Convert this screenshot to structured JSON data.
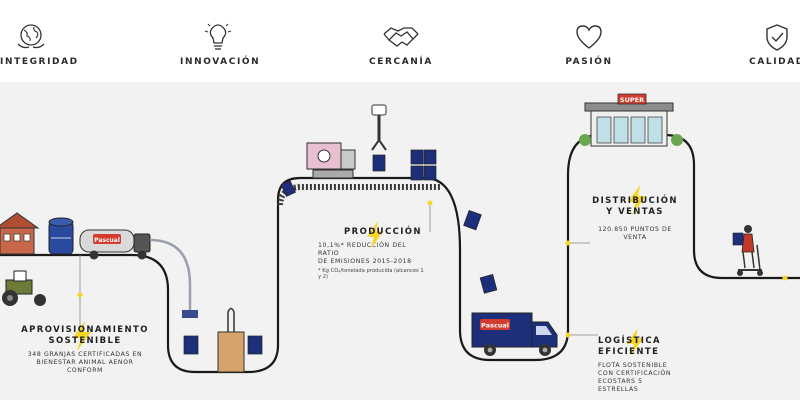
{
  "values": [
    {
      "label": "INTEGRIDAD",
      "icon": "globe-hands-icon"
    },
    {
      "label": "INNOVACIÓN",
      "icon": "lightbulb-icon"
    },
    {
      "label": "CERCANÍA",
      "icon": "handshake-icon"
    },
    {
      "label": "PASIÓN",
      "icon": "heart-icon"
    },
    {
      "label": "CALIDAD",
      "icon": "shield-check-icon"
    }
  ],
  "stages": {
    "aprovisionamiento": {
      "title_1": "APROVISIONAMIENTO",
      "title_2": "SOSTENIBLE",
      "desc_1": "348 GRANJAS CERTIFICADAS EN",
      "desc_2": "BIENESTAR ANIMAL AENOR CONFORM"
    },
    "produccion": {
      "title": "PRODUCCIÓN",
      "desc_1": "10,1%* REDUCCIÓN DEL RATIO",
      "desc_2": "DE EMISIONES 2015-2018",
      "note": "* Kg CO₂/tonelada producida (alcances 1 y 2)"
    },
    "distribucion": {
      "title_1": "DISTRIBUCIÓN",
      "title_2": "Y VENTAS",
      "desc": "120.850 PUNTOS DE VENTA"
    },
    "logistica": {
      "title_1": "LOGÍSTICA",
      "title_2": "EFICIENTE",
      "desc_1": "FLOTA SOSTENIBLE",
      "desc_2": "CON CERTIFICACIÓN",
      "desc_3": "ECOSTARS 5 ESTRELLAS"
    }
  },
  "labels": {
    "brand": "Pascual",
    "store_sign": "SUPER"
  },
  "colors": {
    "accent": "#f5d626",
    "navy": "#1d2f7a",
    "line": "#1a1a1a",
    "panel": "#f2f2f2",
    "dot": "#f5d626"
  }
}
